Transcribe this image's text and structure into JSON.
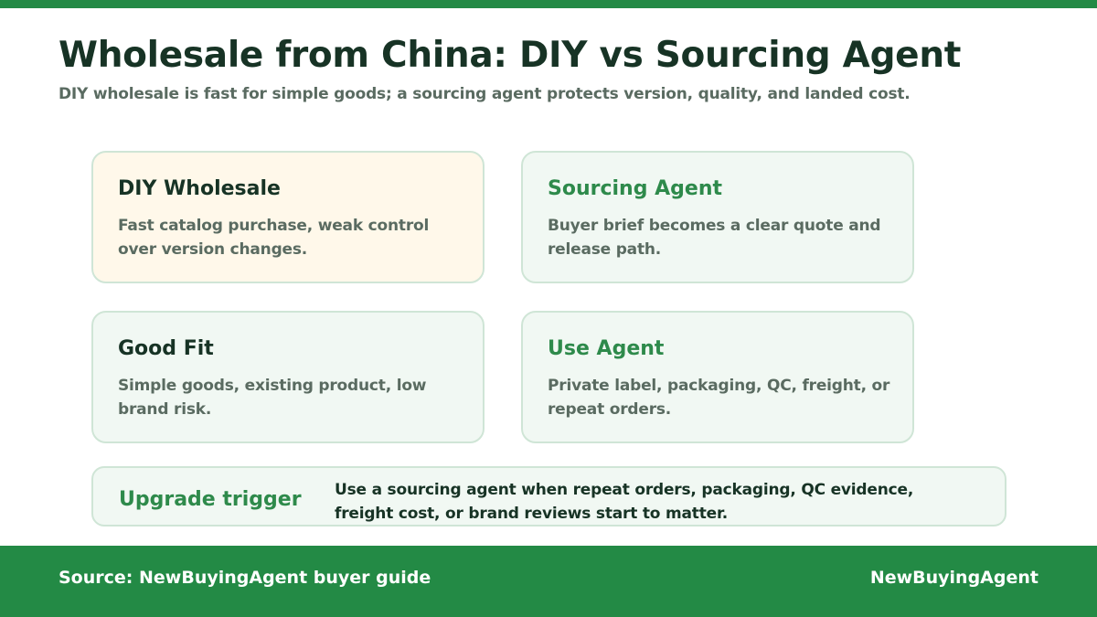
{
  "header": {
    "title": "Wholesale from China: DIY vs Sourcing Agent",
    "subtitle": "DIY wholesale is fast for simple goods; a sourcing agent protects version, quality, and landed cost."
  },
  "cards": {
    "diy": {
      "title": "DIY Wholesale",
      "body": "Fast catalog purchase, weak control over version changes."
    },
    "agent": {
      "title": "Sourcing Agent",
      "body": "Buyer brief becomes a clear quote and release path."
    },
    "fit": {
      "title": "Good Fit",
      "body": "Simple goods, existing product, low brand risk."
    },
    "use": {
      "title": "Use Agent",
      "body": "Private label, packaging, QC, freight, or repeat orders."
    }
  },
  "trigger": {
    "label": "Upgrade trigger",
    "text": "Use a sourcing agent when repeat orders, packaging, QC evidence, freight cost, or brand reviews start to matter."
  },
  "footer": {
    "source": "Source: NewBuyingAgent buyer guide",
    "brand": "NewBuyingAgent"
  },
  "colors": {
    "brand_green": "#238a45",
    "accent_green": "#2e8a4b",
    "dark_text": "#173325",
    "muted_text": "#5a6b61",
    "card_green_bg": "#f1f8f3",
    "card_warm_bg": "#fff8ea",
    "card_border": "#cfe5d6"
  }
}
